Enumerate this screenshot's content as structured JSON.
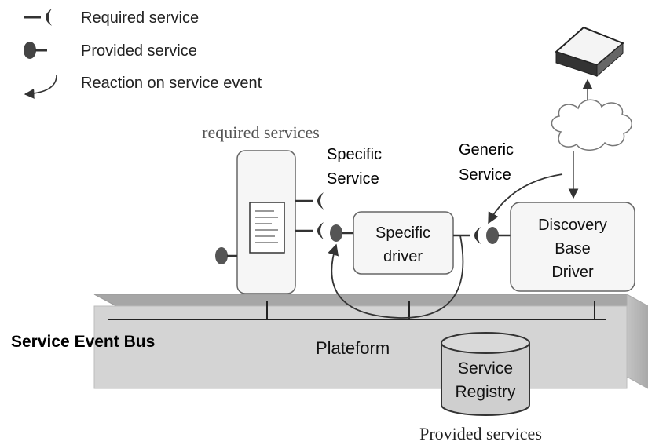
{
  "legend": {
    "required": "Required service",
    "provided": "Provided service",
    "reaction": "Reaction on service event"
  },
  "labels": {
    "required_services": "required services",
    "specific_service_1": "Specific",
    "specific_service_2": "Service",
    "generic_service_1": "Generic",
    "generic_service_2": "Service",
    "service_event_bus": "Service Event Bus",
    "plateform": "Plateform",
    "provided_services": "Provided services"
  },
  "boxes": {
    "specific_driver_1": "Specific",
    "specific_driver_2": "driver",
    "discovery_1": "Discovery",
    "discovery_2": "Base",
    "discovery_3": "Driver",
    "registry_1": "Service",
    "registry_2": "Registry"
  },
  "colors": {
    "platform_top": "#a6a6a6",
    "platform_front": "#d4d4d4",
    "platform_side": "#b8b8b8",
    "box_fill": "#f6f6f6",
    "cylinder": "#cfcfcf",
    "port": "#555555",
    "line": "#333333"
  }
}
